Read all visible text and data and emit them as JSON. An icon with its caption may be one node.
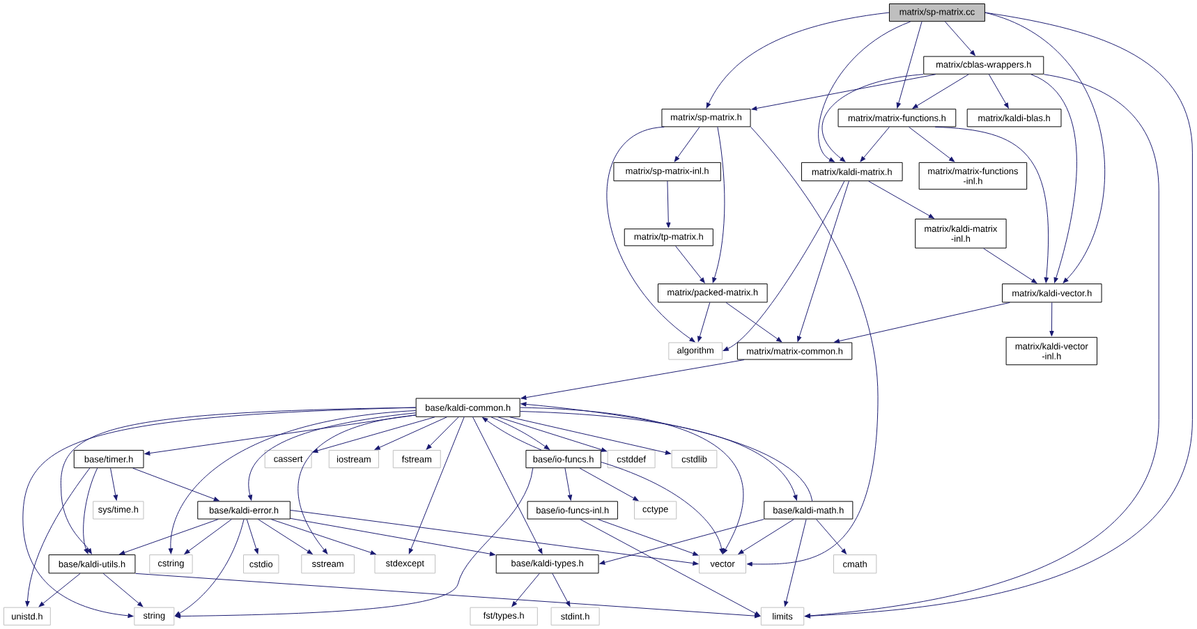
{
  "diagram": {
    "nodes": [
      {
        "text": [
          "matrix/sp-matrix.cc"
        ]
      },
      {
        "text": [
          "matrix/cblas-wrappers.h"
        ]
      },
      {
        "text": [
          "matrix/sp-matrix.h"
        ]
      },
      {
        "text": [
          "matrix/matrix-functions.h"
        ]
      },
      {
        "text": [
          "matrix/kaldi-blas.h"
        ]
      },
      {
        "text": [
          "matrix/sp-matrix-inl.h"
        ]
      },
      {
        "text": [
          "matrix/kaldi-matrix.h"
        ]
      },
      {
        "text": [
          "matrix/matrix-functions -inl.h"
        ]
      },
      {
        "text": [
          "matrix/tp-matrix.h"
        ]
      },
      {
        "text": [
          "matrix/kaldi-matrix -inl.h"
        ]
      },
      {
        "text": [
          "matrix/packed-matrix.h"
        ]
      },
      {
        "text": [
          "matrix/kaldi-vector.h"
        ]
      },
      {
        "text": [
          "algorithm"
        ]
      },
      {
        "text": [
          "matrix/matrix-common.h"
        ]
      },
      {
        "text": [
          "matrix/kaldi-vector -inl.h"
        ]
      },
      {
        "text": [
          "base/kaldi-common.h"
        ]
      },
      {
        "text": [
          "base/timer.h"
        ]
      },
      {
        "text": [
          "cassert"
        ]
      },
      {
        "text": [
          "iostream"
        ]
      },
      {
        "text": [
          "fstream"
        ]
      },
      {
        "text": [
          "base/io-funcs.h"
        ]
      },
      {
        "text": [
          "cstddef"
        ]
      },
      {
        "text": [
          "cstdlib"
        ]
      },
      {
        "text": [
          "sys/time.h"
        ]
      },
      {
        "text": [
          "base/kaldi-error.h"
        ]
      },
      {
        "text": [
          "base/io-funcs-inl.h"
        ]
      },
      {
        "text": [
          "cctype"
        ]
      },
      {
        "text": [
          "base/kaldi-math.h"
        ]
      },
      {
        "text": [
          "base/kaldi-utils.h"
        ]
      },
      {
        "text": [
          "cstring"
        ]
      },
      {
        "text": [
          "cstdio"
        ]
      },
      {
        "text": [
          "sstream"
        ]
      },
      {
        "text": [
          "stdexcept"
        ]
      },
      {
        "text": [
          "base/kaldi-types.h"
        ]
      },
      {
        "text": [
          "vector"
        ]
      },
      {
        "text": [
          "cmath"
        ]
      },
      {
        "text": [
          "unistd.h"
        ]
      },
      {
        "text": [
          "string"
        ]
      },
      {
        "text": [
          "fst/types.h"
        ]
      },
      {
        "text": [
          "stdint.h"
        ]
      },
      {
        "text": [
          "limits"
        ]
      }
    ],
    "edges": [
      {
        "from": 0,
        "to": 2,
        "arrow": "to"
      },
      {
        "from": 0,
        "to": 6,
        "arrow": "to"
      },
      {
        "from": 0,
        "to": 3,
        "arrow": "to"
      },
      {
        "from": 0,
        "to": 1,
        "arrow": "to"
      },
      {
        "from": 0,
        "to": 11,
        "arrow": "to"
      },
      {
        "from": 0,
        "to": 40,
        "arrow": "to"
      },
      {
        "from": 1,
        "to": 2,
        "arrow": "to"
      },
      {
        "from": 1,
        "to": 6,
        "arrow": "to"
      },
      {
        "from": 1,
        "to": 3,
        "arrow": "to"
      },
      {
        "from": 1,
        "to": 4,
        "arrow": "to"
      },
      {
        "from": 1,
        "to": 11,
        "arrow": "to"
      },
      {
        "from": 1,
        "to": 40,
        "arrow": "to"
      },
      {
        "from": 2,
        "to": 12,
        "arrow": "to"
      },
      {
        "from": 2,
        "to": 5,
        "arrow": "to"
      },
      {
        "from": 2,
        "to": 10,
        "arrow": "to"
      },
      {
        "from": 2,
        "to": 34,
        "arrow": "to"
      },
      {
        "from": 3,
        "to": 6,
        "arrow": "to"
      },
      {
        "from": 3,
        "to": 7,
        "arrow": "to"
      },
      {
        "from": 3,
        "to": 11,
        "arrow": "to"
      },
      {
        "from": 5,
        "to": 8,
        "arrow": "to"
      },
      {
        "from": 6,
        "to": 12,
        "arrow": "to"
      },
      {
        "from": 6,
        "to": 13,
        "arrow": "to"
      },
      {
        "from": 6,
        "to": 9,
        "arrow": "to"
      },
      {
        "from": 8,
        "to": 10,
        "arrow": "to"
      },
      {
        "from": 9,
        "to": 11,
        "arrow": "to"
      },
      {
        "from": 10,
        "to": 12,
        "arrow": "to"
      },
      {
        "from": 10,
        "to": 13,
        "arrow": "to"
      },
      {
        "from": 11,
        "to": 13,
        "arrow": "to"
      },
      {
        "from": 11,
        "to": 14,
        "arrow": "to"
      },
      {
        "from": 13,
        "to": 15,
        "arrow": "to"
      },
      {
        "from": 15,
        "to": 16,
        "arrow": "to"
      },
      {
        "from": 15,
        "to": 28,
        "arrow": "to"
      },
      {
        "from": 15,
        "to": 37,
        "arrow": "to"
      },
      {
        "from": 15,
        "to": 29,
        "arrow": "to"
      },
      {
        "from": 15,
        "to": 24,
        "arrow": "to"
      },
      {
        "from": 15,
        "to": 31,
        "arrow": "to"
      },
      {
        "from": 15,
        "to": 17,
        "arrow": "to"
      },
      {
        "from": 15,
        "to": 18,
        "arrow": "to"
      },
      {
        "from": 15,
        "to": 19,
        "arrow": "to"
      },
      {
        "from": 15,
        "to": 32,
        "arrow": "to"
      },
      {
        "from": 15,
        "to": 33,
        "arrow": "to"
      },
      {
        "from": 15,
        "to": 20,
        "arrow": "to"
      },
      {
        "from": 15,
        "to": 21,
        "arrow": "to"
      },
      {
        "from": 15,
        "to": 22,
        "arrow": "to"
      },
      {
        "from": 15,
        "to": 34,
        "arrow": "to"
      },
      {
        "from": 15,
        "to": 27,
        "arrow": "to"
      },
      {
        "from": 20,
        "to": 15,
        "arrow": "to"
      },
      {
        "from": 27,
        "to": 15,
        "arrow": "to"
      },
      {
        "from": 16,
        "to": 23,
        "arrow": "to"
      },
      {
        "from": 16,
        "to": 24,
        "arrow": "to"
      },
      {
        "from": 16,
        "to": 28,
        "arrow": "to"
      },
      {
        "from": 16,
        "to": 36,
        "arrow": "to"
      },
      {
        "from": 20,
        "to": 25,
        "arrow": "to"
      },
      {
        "from": 20,
        "to": 26,
        "arrow": "to"
      },
      {
        "from": 20,
        "to": 34,
        "arrow": "to"
      },
      {
        "from": 20,
        "to": 37,
        "arrow": "to"
      },
      {
        "from": 24,
        "to": 28,
        "arrow": "to"
      },
      {
        "from": 24,
        "to": 29,
        "arrow": "to"
      },
      {
        "from": 24,
        "to": 30,
        "arrow": "to"
      },
      {
        "from": 24,
        "to": 31,
        "arrow": "to"
      },
      {
        "from": 24,
        "to": 32,
        "arrow": "to"
      },
      {
        "from": 24,
        "to": 33,
        "arrow": "to"
      },
      {
        "from": 24,
        "to": 34,
        "arrow": "to"
      },
      {
        "from": 24,
        "to": 37,
        "arrow": "to"
      },
      {
        "from": 25,
        "to": 34,
        "arrow": "to"
      },
      {
        "from": 25,
        "to": 40,
        "arrow": "to"
      },
      {
        "from": 27,
        "to": 33,
        "arrow": "to"
      },
      {
        "from": 27,
        "to": 34,
        "arrow": "to"
      },
      {
        "from": 27,
        "to": 35,
        "arrow": "to"
      },
      {
        "from": 27,
        "to": 40,
        "arrow": "to"
      },
      {
        "from": 28,
        "to": 36,
        "arrow": "to"
      },
      {
        "from": 28,
        "to": 37,
        "arrow": "to"
      },
      {
        "from": 28,
        "to": 40,
        "arrow": "to"
      },
      {
        "from": 33,
        "to": 38,
        "arrow": "to"
      },
      {
        "from": 33,
        "to": 39,
        "arrow": "to"
      }
    ]
  }
}
